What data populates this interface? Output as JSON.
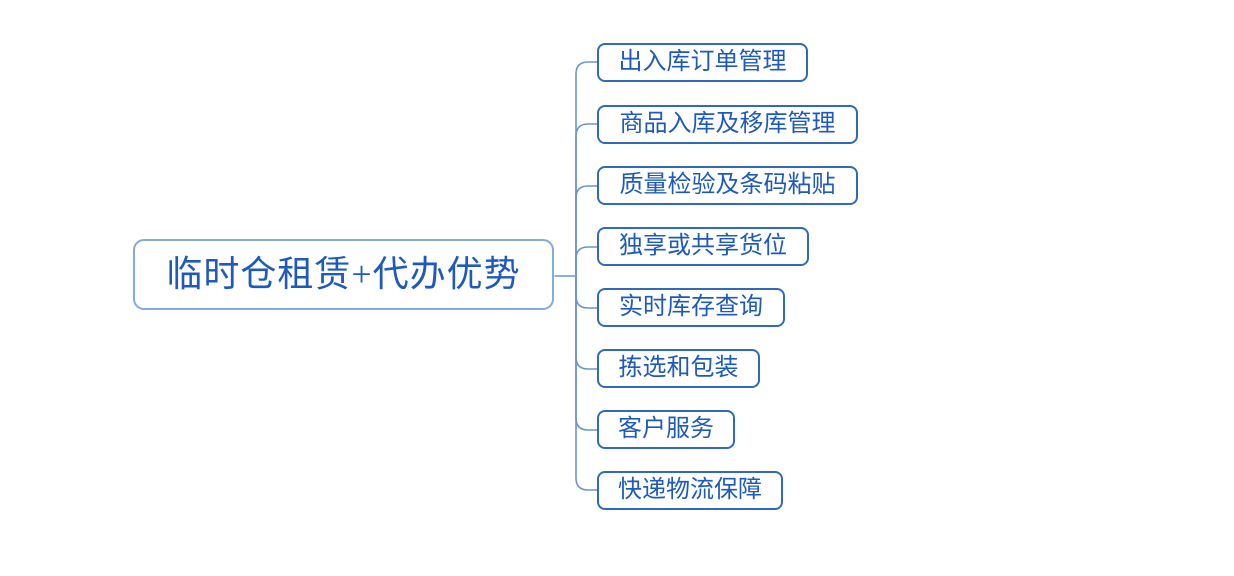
{
  "diagram": {
    "type": "mindmap",
    "root": {
      "label": "临时仓租赁+代办优势"
    },
    "children": [
      {
        "label": "出入库订单管理"
      },
      {
        "label": "商品入库及移库管理"
      },
      {
        "label": "质量检验及条码粘贴"
      },
      {
        "label": "独享或共享货位"
      },
      {
        "label": "实时库存查询"
      },
      {
        "label": "拣选和包装"
      },
      {
        "label": "客户服务"
      },
      {
        "label": "快递物流保障"
      }
    ],
    "colors": {
      "background": "#ffffff",
      "root_border": "#85abd8",
      "child_border": "#2f6bb8",
      "text": "#1d5abc",
      "connector": "#6b96cc"
    }
  }
}
